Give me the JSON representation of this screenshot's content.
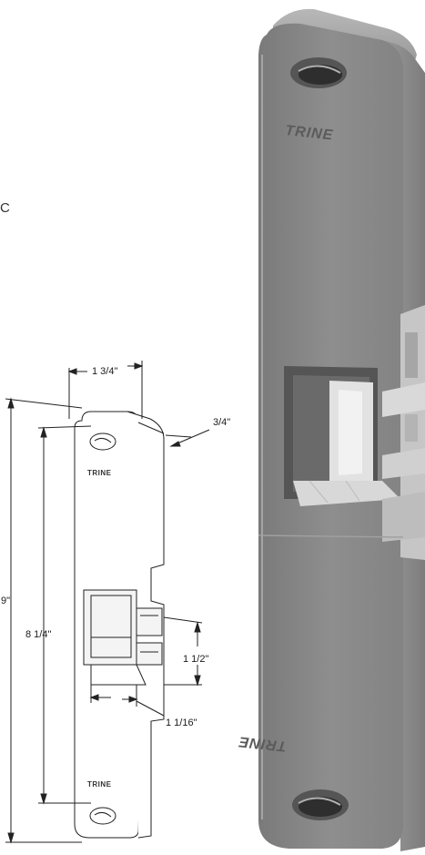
{
  "stray_text": "C",
  "brand": "TRINE",
  "dimensions": {
    "width": "1 3/4\"",
    "depth": "3/4\"",
    "total_height": "9\"",
    "inner_height": "8 1/4\"",
    "opening_height": "1 1/2\"",
    "opening_depth": "1 1/16\""
  },
  "colors": {
    "body": "#8a8a8a",
    "body_dark": "#6f6f6f",
    "body_light": "#a3a3a3",
    "line": "#222222"
  }
}
